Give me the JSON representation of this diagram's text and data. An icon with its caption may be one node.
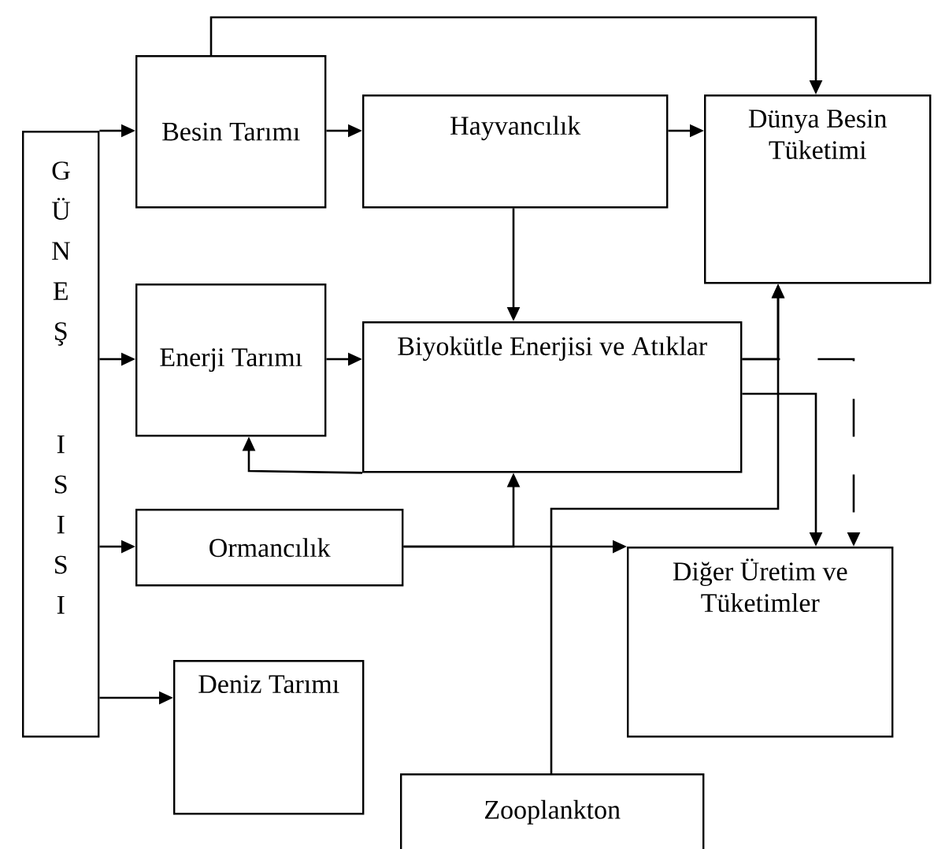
{
  "diagram": {
    "nodes": [
      {
        "text": [
          "G Ü N E Ş",
          "I S I S I"
        ]
      },
      {
        "text": [
          "Besin Tarımı"
        ]
      },
      {
        "text": [
          "Hayvancılık"
        ]
      },
      {
        "text": [
          "Dünya Besin Tüketimi"
        ]
      },
      {
        "text": [
          "Enerji Tarımı"
        ]
      },
      {
        "text": [
          "Biyokütle Enerjisi ve Atıklar"
        ]
      },
      {
        "text": [
          "Ormancılık"
        ]
      },
      {
        "text": [
          "Diğer Üretim ve Tüketimler"
        ]
      },
      {
        "text": [
          "Deniz Tarımı"
        ]
      },
      {
        "text": [
          "Zooplankton"
        ]
      }
    ],
    "edges": [
      {
        "from": 0,
        "to": 1,
        "arrow": "to"
      },
      {
        "from": 0,
        "to": 4,
        "arrow": "to"
      },
      {
        "from": 0,
        "to": 6,
        "arrow": "to"
      },
      {
        "from": 0,
        "to": 8,
        "arrow": "to"
      },
      {
        "from": 1,
        "to": 2,
        "arrow": "to"
      },
      {
        "from": 1,
        "to": 3,
        "arrow": "to"
      },
      {
        "from": 2,
        "to": 3,
        "arrow": "to"
      },
      {
        "from": 2,
        "to": 5,
        "arrow": "to"
      },
      {
        "from": 4,
        "to": 5,
        "arrow": "to"
      },
      {
        "from": 5,
        "to": 4,
        "arrow": "to"
      },
      {
        "from": 6,
        "to": 7,
        "arrow": "to"
      },
      {
        "from": 6,
        "to": 5,
        "arrow": "to"
      },
      {
        "from": 5,
        "to": 3,
        "arrow": "to"
      },
      {
        "from": 9,
        "to": 3,
        "arrow": "to"
      },
      {
        "from": 5,
        "to": 7,
        "arrow": "to"
      },
      {
        "from": 5,
        "to": 7,
        "arrow": "to",
        "style": "dashed"
      }
    ]
  }
}
